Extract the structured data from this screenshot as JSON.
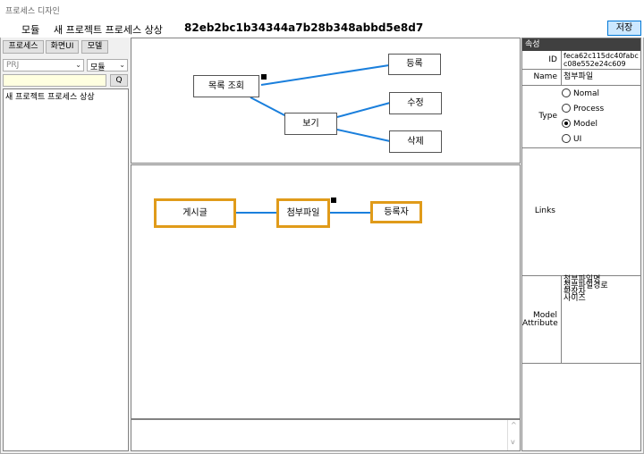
{
  "window": {
    "title": "프로세스 디자인"
  },
  "header": {
    "module_label": "모듈",
    "process_name": "새 프로젝트 프로세스 상상",
    "process_id": "82eb2bc1b34344a7b28b348abbd5e8d7",
    "save_label": "저장"
  },
  "left": {
    "buttons": [
      "프로세스",
      "화면UI",
      "모델"
    ],
    "project_select": "PRJ",
    "type_select": "모듈",
    "search_value": "",
    "search_button": "Q",
    "tree_item": "새 프로젝트 프로세스 상상"
  },
  "process_diagram": {
    "nodes": {
      "list": "목록 조회",
      "register": "등록",
      "view": "보기",
      "edit": "수정",
      "delete": "삭제"
    }
  },
  "model_diagram": {
    "nodes": {
      "post": "게시글",
      "attachment": "첨부파일",
      "registrant": "등록자"
    }
  },
  "properties": {
    "header": "속성",
    "id_label": "ID",
    "id_value": "feca62c115dc40fabcc08e552e24c609",
    "name_label": "Name",
    "name_value": "첨부파일",
    "type_label": "Type",
    "type_options": [
      "Nomal",
      "Process",
      "Model",
      "UI"
    ],
    "type_selected": "Model",
    "links_label": "Links",
    "model_attribute_label": "Model Attribute",
    "attributes": [
      "첨부파일명",
      "첨부파일경로",
      "확장자",
      "사이즈"
    ]
  },
  "colors": {
    "connector": "#1a7fdc",
    "model_border": "#e09b1a",
    "save_bg": "#cce8ff"
  }
}
